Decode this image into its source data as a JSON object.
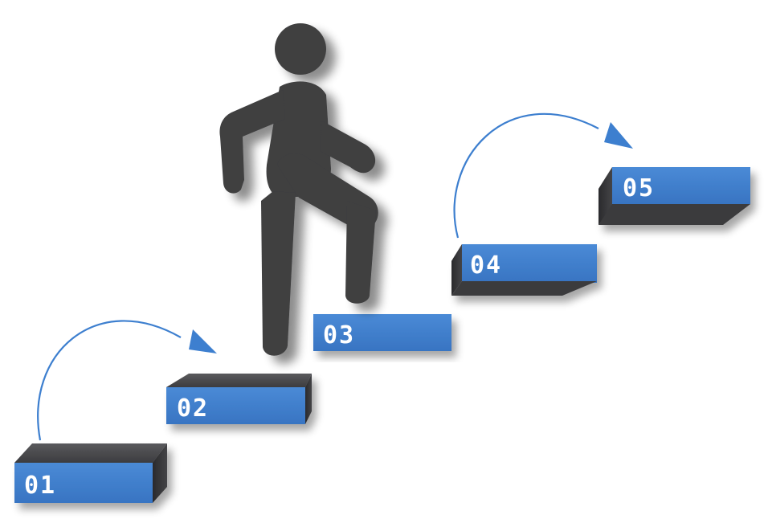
{
  "steps": [
    {
      "label": "01"
    },
    {
      "label": "02"
    },
    {
      "label": "03"
    },
    {
      "label": "04"
    },
    {
      "label": "05"
    }
  ],
  "colors": {
    "step_front": "#3d7fcf",
    "step_top": "#4a4a4c",
    "step_side": "#333335",
    "figure": "#3f3f41",
    "arrow": "#3d7fcf",
    "label_text": "#ffffff"
  },
  "icons": {
    "figure": "person-climbing-stairs-icon",
    "arrow": "curved-arrow-icon"
  }
}
